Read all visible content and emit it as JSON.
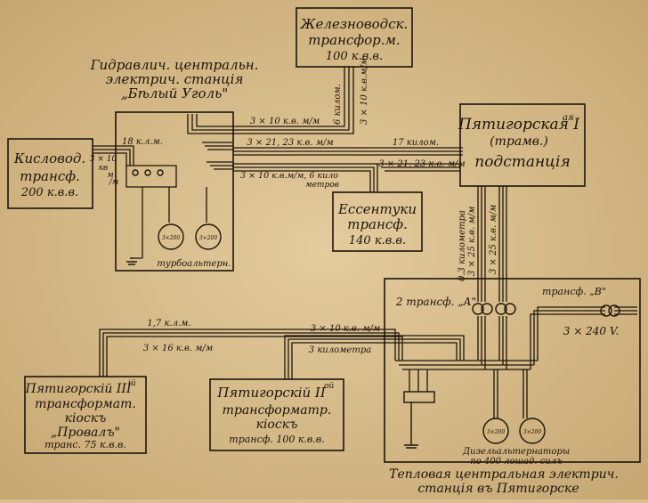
{
  "colors": {
    "paper": "#d9bf8f",
    "paper_edge": "#b99a66",
    "ink": "#1c140c"
  },
  "nodes": {
    "zheleznovodsk": [
      "Железноводск.",
      "трансфор.м.",
      "100 к.в.в."
    ],
    "hydro_station": [
      "Гидравлич. центральн.",
      "электрич. станція",
      "„Бѣлый Уголь\""
    ],
    "kislovodsk": [
      "Кисловод.",
      "трансф.",
      "200 к.в.в."
    ],
    "pyatigorsk_1": [
      "Пятигорская I",
      "ая",
      "(трамв.)",
      "подстанція"
    ],
    "essentuki": [
      "Ессентуки",
      "трансф.",
      "140 к.в.в."
    ],
    "pyatigorsk_3": [
      "Пятигорскій III",
      "ій",
      "трансформат.",
      "кіоскъ",
      "„Провалъ\"",
      "транс. 75 к.в.в."
    ],
    "pyatigorsk_2": [
      "Пятигорскій II",
      "ой",
      "трансформатр.",
      "кіоскъ",
      "трансф. 100 к.в.в."
    ],
    "thermal_station": [
      "Тепловая центральная электрич.",
      "станція въ Пятигорске"
    ]
  },
  "lines": {
    "hydro_to_zhel": "3 × 10 к.в. м/м",
    "zhel_vertical_km": "6 килом.",
    "zhel_vertical_spec": "3 × 10 к.в.м/м",
    "hydro_to_pyat1": "3 × 21, 23 к.в. м/м",
    "km_17": "17 килом.",
    "pyat1_incoming": "3 × 21, 23 к.в. м/м",
    "hydro_to_ess": "3 × 10 к.в.м/м, 6 кило",
    "ess_metres": "метров",
    "kisl_to_hydro_km": "18 к.л.м.",
    "kisl_spec": [
      "3 × 10",
      "кв",
      "м",
      "/м"
    ],
    "pyat1_down_km": "0.3 километра",
    "pyat1_down_a": "3 × 25 к.в. м/м",
    "pyat1_down_b": "3 × 25 к.в. м/м",
    "pyat3_km": "1,7 к.л.м.",
    "pyat3_spec": "3 × 16 к.в. м/м",
    "pyat2_spec": "3 × 10 к.в. м/м",
    "pyat2_km": "3 километра"
  },
  "equipment": {
    "turbo": "турбоальтерн.",
    "trans_a": "2 трансф. „А\"",
    "trans_b": "трансф. „В\"",
    "v240": "3 × 240 V.",
    "diesel": [
      "Дизельальтернаторы",
      "по 400 лошад. силъ"
    ],
    "gen_label": "3×200"
  }
}
